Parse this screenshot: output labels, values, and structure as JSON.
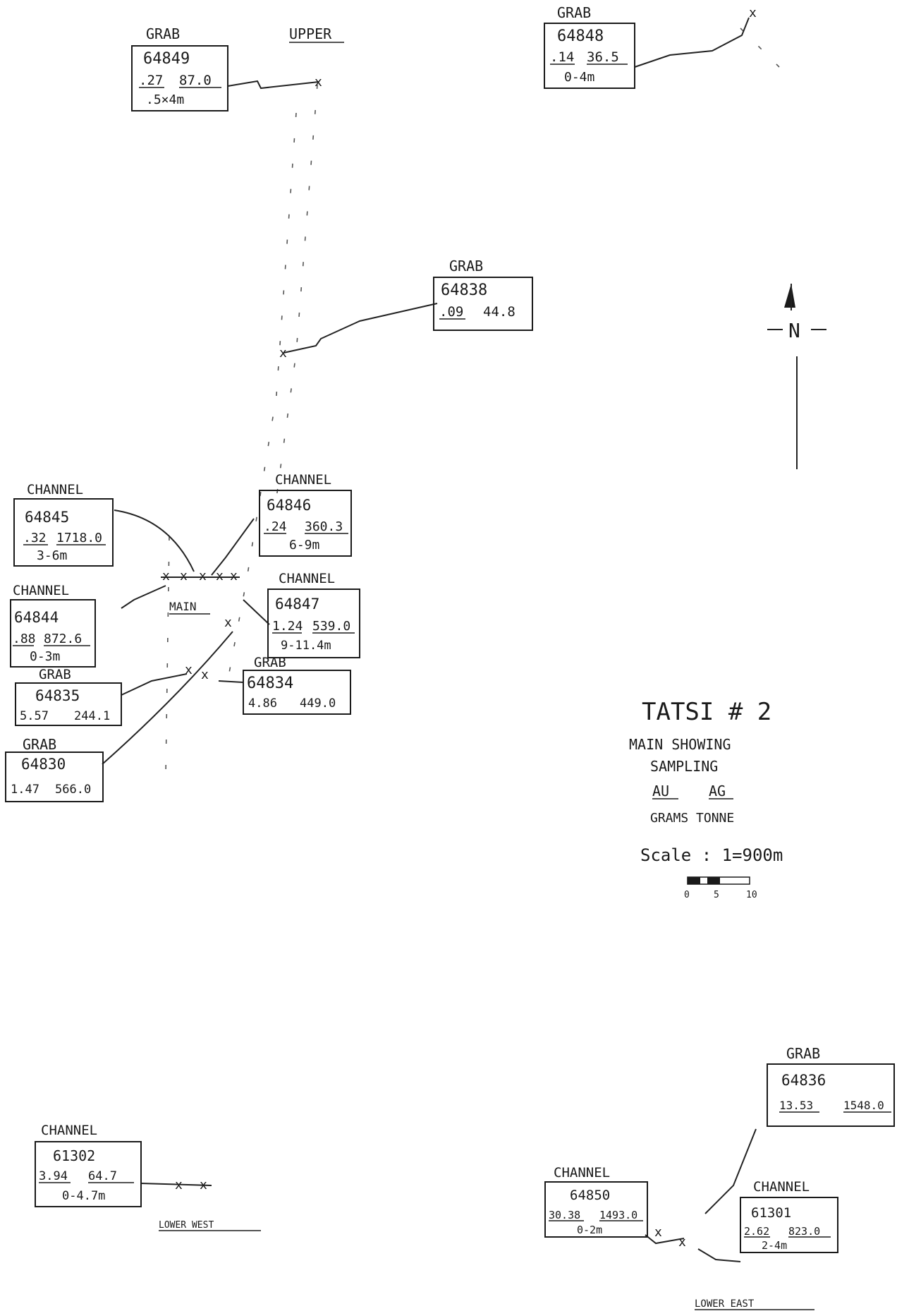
{
  "samples": [
    {
      "id": "s-64849",
      "type": "GRAB",
      "number": "64849",
      "au": ".27",
      "ag": "87.0",
      "interval": ".5×4m"
    },
    {
      "id": "s-64848",
      "type": "GRAB",
      "number": "64848",
      "au": ".14",
      "ag": "36.5",
      "interval": "0-4m"
    },
    {
      "id": "s-64838",
      "type": "GRAB",
      "number": "64838",
      "au": ".09",
      "ag": "44.8",
      "interval": ""
    },
    {
      "id": "s-64845",
      "type": "CHANNEL",
      "number": "64845",
      "au": ".32",
      "ag": "1718.0",
      "interval": "3-6m"
    },
    {
      "id": "s-64846",
      "type": "CHANNEL",
      "number": "64846",
      "au": ".24",
      "ag": "360.3",
      "interval": "6-9m"
    },
    {
      "id": "s-64844",
      "type": "CHANNEL",
      "number": "64844",
      "au": ".88",
      "ag": "872.6",
      "interval": "0-3m"
    },
    {
      "id": "s-64847",
      "type": "CHANNEL",
      "number": "64847",
      "au": "1.24",
      "ag": "539.0",
      "interval": "9-11.4m"
    },
    {
      "id": "s-64835",
      "type": "GRAB",
      "number": "64835",
      "au": "5.57",
      "ag": "244.1",
      "interval": ""
    },
    {
      "id": "s-64834",
      "type": "GRAB",
      "number": "64834",
      "au": "4.86",
      "ag": "449.0",
      "interval": ""
    },
    {
      "id": "s-64830",
      "type": "GRAB",
      "number": "64830",
      "au": "1.47",
      "ag": "566.0",
      "interval": ""
    },
    {
      "id": "s-64836",
      "type": "GRAB",
      "number": "64836",
      "au": "13.53",
      "ag": "1548.0",
      "interval": ""
    },
    {
      "id": "s-61302",
      "type": "CHANNEL",
      "number": "61302",
      "au": "3.94",
      "ag": "64.7",
      "interval": "0-4.7m"
    },
    {
      "id": "s-64850",
      "type": "CHANNEL",
      "number": "64850",
      "au": "30.38",
      "ag": "1493.0",
      "interval": "0-2m"
    },
    {
      "id": "s-61301",
      "type": "CHANNEL",
      "number": "61301",
      "au": "2.62",
      "ag": "823.0",
      "interval": "2-4m"
    }
  ],
  "area_labels": {
    "upper": "UPPER",
    "main": "MAIN",
    "lower_west": "LOWER WEST",
    "lower_east": "LOWER EAST"
  },
  "north_arrow": {
    "label": "N"
  },
  "title_block": {
    "title": "TATSI # 2",
    "line1": "MAIN SHOWING",
    "line2": "SAMPLING",
    "au_label": "AU",
    "ag_label": "AG",
    "units": "GRAMS TONNE",
    "scale": "Scale : 1=900m",
    "scalebar_ticks": [
      "0",
      "5",
      "10"
    ]
  }
}
